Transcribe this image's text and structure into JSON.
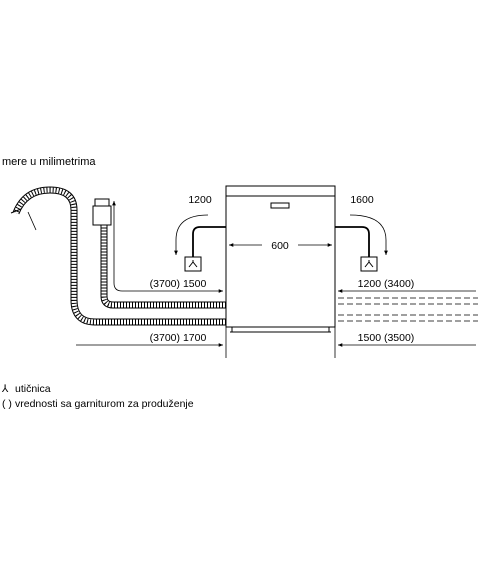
{
  "title": "mere u milimetrima",
  "dims": {
    "width": "600",
    "left_top": "1200",
    "right_top": "1600",
    "left_upper": "(3700) 1500",
    "left_lower": "(3700) 1700",
    "right_upper": "1200 (3400)",
    "right_lower": "1500 (3500)"
  },
  "legend": [
    {
      "symbol": "⅄",
      "text": "utičnica"
    },
    {
      "symbol": "( )",
      "text": "vrednosti sa garniturom za produženje"
    }
  ],
  "icons": {
    "outlet": "socket-outlet-icon",
    "tap": "water-tap-icon"
  }
}
